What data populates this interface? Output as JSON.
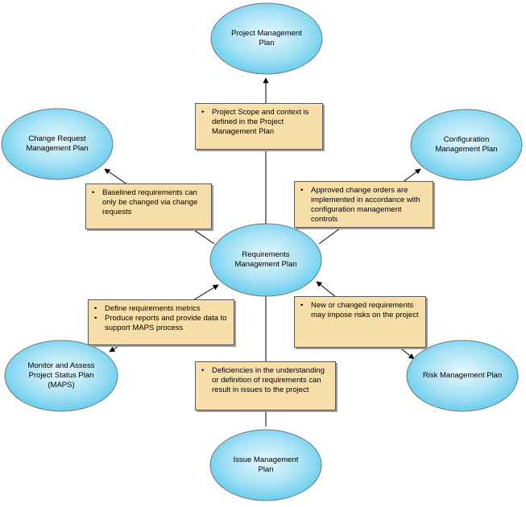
{
  "nodes": {
    "pmp": {
      "lines": [
        "Project Management",
        "Plan"
      ]
    },
    "crmp": {
      "lines": [
        "Change Request",
        "Management Plan"
      ]
    },
    "cmp": {
      "lines": [
        "Configuration",
        "Management Plan"
      ]
    },
    "rmp": {
      "lines": [
        "Requirements",
        "Management Plan"
      ]
    },
    "maps": {
      "lines": [
        "Monitor and Assess",
        "Project Status Plan",
        "(MAPS)"
      ]
    },
    "risk": {
      "lines": [
        "Risk Management Plan"
      ]
    },
    "issue": {
      "lines": [
        "Issue Management",
        "Plan"
      ]
    }
  },
  "notes": {
    "scope": [
      "Project Scope and context is defined in the Project Management Plan"
    ],
    "baselined": [
      "Baselined requirements can only be changed via change requests"
    ],
    "approved": [
      "Approved change orders are implemented in accordance with configuration management controls"
    ],
    "metrics": [
      "Define requirements metrics",
      "Produce reports and provide data to support MAPS process"
    ],
    "risks": [
      "New or changed requirements may impose risks on the project"
    ],
    "deficiencies": [
      "Deficiencies in the understanding or definition of requirements can result in issues to the project"
    ]
  },
  "colors": {
    "ellipse_fill_center": "#e6f8fd",
    "ellipse_fill_edge": "#5cc9eb",
    "ellipse_stroke": "#6a7a80",
    "note_fill": "#f8dfaa",
    "line": "#000000"
  }
}
